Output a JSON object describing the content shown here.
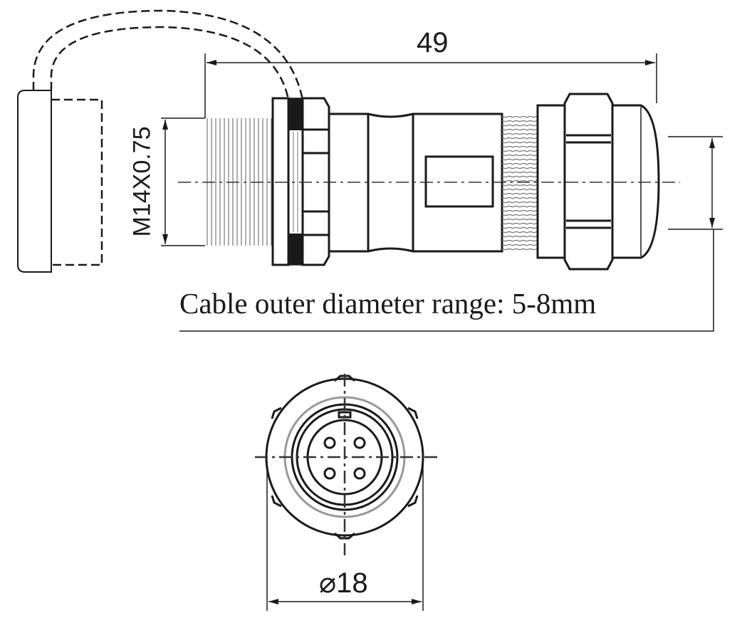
{
  "drawing": {
    "side_view": {
      "length_dimension": "49",
      "thread_dimension": "M14X0.75",
      "cable_note": "Cable outer  diameter range: 5-8mm"
    },
    "front_view": {
      "diameter_dimension": "⌀18",
      "pin_count": 4
    }
  }
}
